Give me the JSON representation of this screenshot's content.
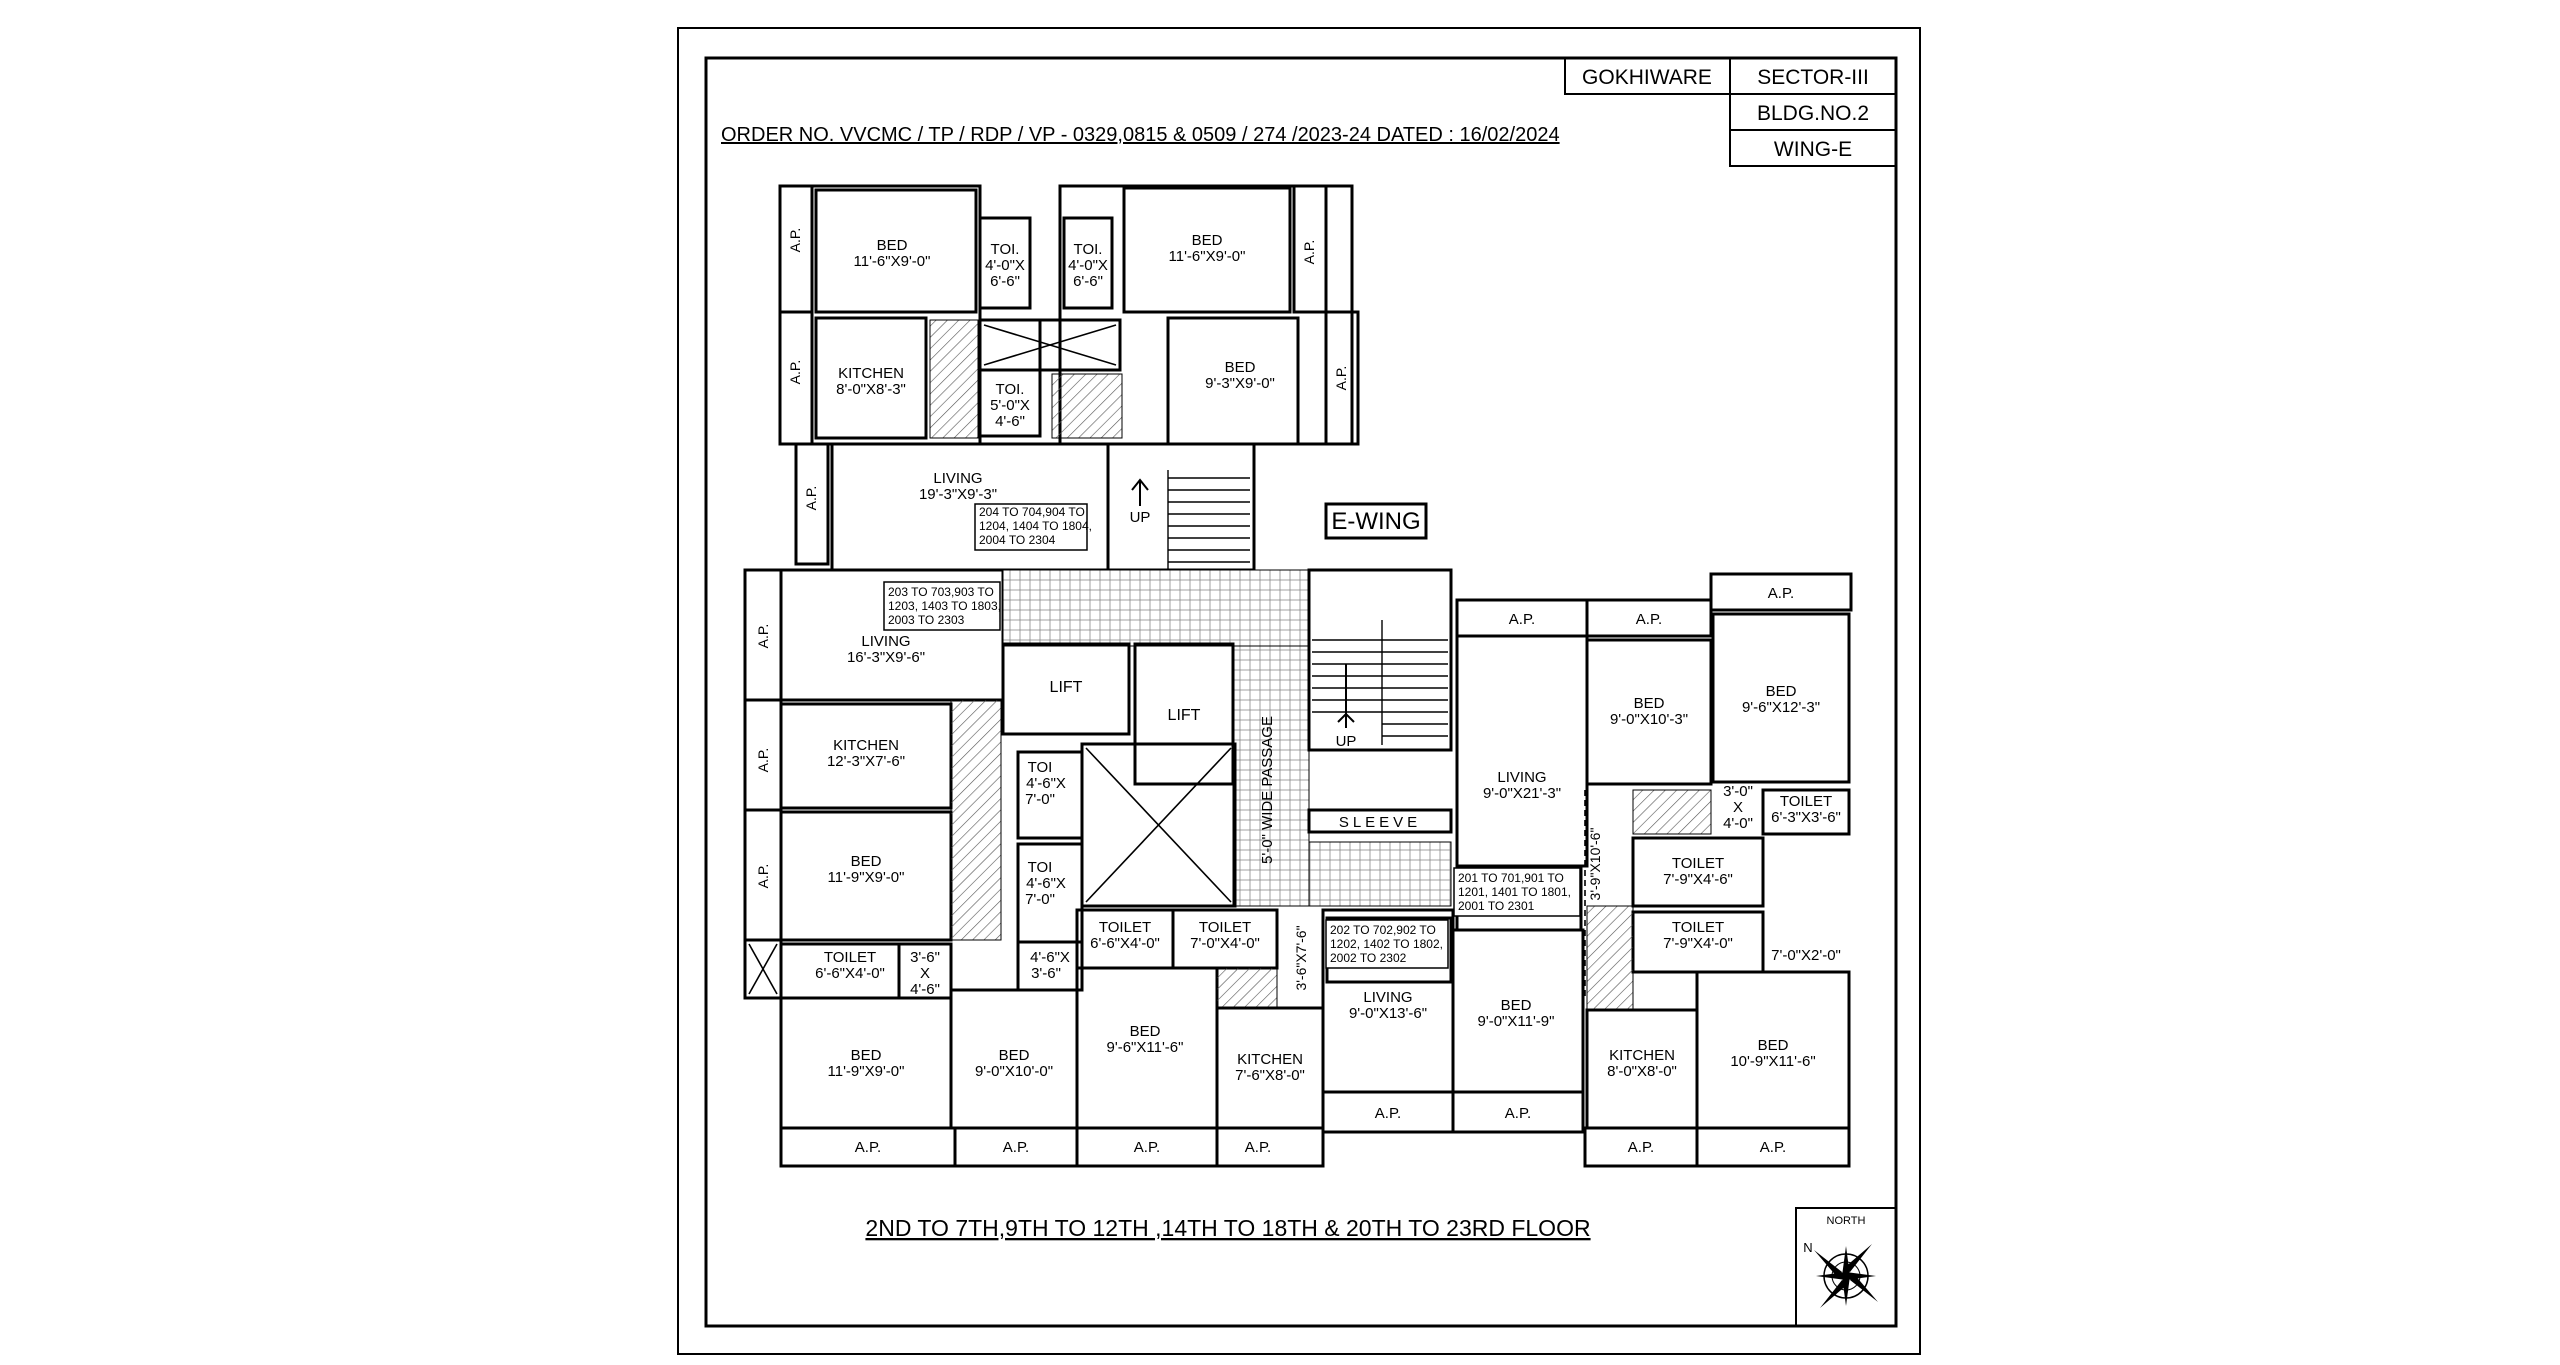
{
  "title_block": {
    "gokhiware": "GOKHIWARE",
    "sector": "SECTOR-III",
    "bldg": "BLDG.NO.2",
    "wing": "WING-E"
  },
  "order_no": "ORDER NO. VVCMC / TP / RDP / VP - 0329,0815 & 0509 / 274 /2023-24  DATED : 16/02/2024",
  "wing_label": "E-WING",
  "floor_caption": "2ND TO 7TH,9TH TO 12TH ,14TH TO 18TH & 20TH TO 23RD FLOOR",
  "north": {
    "label": "NORTH",
    "n": "N"
  },
  "rooms": {
    "r1": {
      "name": "BED",
      "size": "11'-6\"X9'-0\""
    },
    "r2": {
      "name": "TOI.",
      "size1": "4'-0\"X",
      "size2": "6'-6\""
    },
    "r3": {
      "name": "TOI.",
      "size1": "4'-0\"X",
      "size2": "6'-6\""
    },
    "r4": {
      "name": "BED",
      "size": "11'-6\"X9'-0\""
    },
    "r5": {
      "name": "KITCHEN",
      "size": "8'-0\"X8'-3\""
    },
    "r6": {
      "name": "TOI.",
      "size1": "5'-0\"X",
      "size2": "4'-6\""
    },
    "r7": {
      "name": "BED",
      "size": "9'-3\"X9'-0\""
    },
    "r8": {
      "name": "LIVING",
      "size": "19'-3\"X9'-3\""
    },
    "r9": {
      "name": "LIVING",
      "size": "16'-3\"X9'-6\""
    },
    "r10": {
      "name": "KITCHEN",
      "size": "12'-3\"X7'-6\""
    },
    "r11": {
      "name": "BED",
      "size": "11'-9\"X9'-0\""
    },
    "r12": {
      "name": "TOILET",
      "size": "6'-6\"X4'-0\""
    },
    "r13": {
      "name": "BED",
      "size": "11'-9\"X9'-0\""
    },
    "r14": {
      "name": "BED",
      "size": "9'-0\"X10'-0\""
    },
    "r15": {
      "name": "TOI",
      "size1": "4'-6\"X",
      "size2": "7'-0\""
    },
    "r16": {
      "name": "TOI",
      "size1": "4'-6\"X",
      "size2": "7'-0\""
    },
    "r17": {
      "name": "TOILET",
      "size": "6'-6\"X4'-0\""
    },
    "r18": {
      "name": "TOILET",
      "size": "7'-0\"X4'-0\""
    },
    "r19": {
      "name": "BED",
      "size": "9'-6\"X11'-6\""
    },
    "r20": {
      "name": "KITCHEN",
      "size": "7'-6\"X8'-0\""
    },
    "r21": {
      "name": "LIVING",
      "size": "9'-0\"X13'-6\""
    },
    "r22": {
      "name": "BED",
      "size": "9'-0\"X11'-9\""
    },
    "r23": {
      "name": "LIVING",
      "size": "9'-0\"X21'-3\""
    },
    "r24": {
      "name": "BED",
      "size": "9'-0\"X10'-3\""
    },
    "r25": {
      "name": "BED",
      "size": "9'-6\"X12'-3\""
    },
    "r26": {
      "name": "TOILET",
      "size": "6'-3\"X3'-6\""
    },
    "r27": {
      "name": "TOILET",
      "size": "7'-9\"X4'-6\""
    },
    "r28": {
      "name": "TOILET",
      "size": "7'-9\"X4'-0\""
    },
    "r29": {
      "name": "KITCHEN",
      "size": "8'-0\"X8'-0\""
    },
    "r30": {
      "name": "BED",
      "size": "10'-9\"X11'-6\""
    }
  },
  "small_dims": {
    "d1": [
      "3'-6\"",
      "X",
      "4'-6\""
    ],
    "d2": [
      "4'-6\"X",
      "3'-6\""
    ],
    "d3": [
      "3'-0\"",
      "X",
      "4'-0\""
    ],
    "d4": "7'-0\"X2'-0\"",
    "d5": "3'-6\"X7'-6\"",
    "d6": "3'-9\"X10'-6\""
  },
  "labels": {
    "ap": "A.P.",
    "lift": "LIFT",
    "up": "UP",
    "sleeve": "SLEEVE",
    "passage": "5'-0\" WIDE PASSAGE"
  },
  "flat_notes": {
    "n204": [
      "204 TO 704,904 TO",
      "1204, 1404 TO 1804,",
      "2004 TO 2304"
    ],
    "n203": [
      "203 TO 703,903 TO",
      "1203, 1403 TO 1803,",
      "2003 TO 2303"
    ],
    "n201": [
      "201 TO 701,901 TO",
      "1201, 1401 TO 1801,",
      "2001 TO 2301"
    ],
    "n202": [
      "202 TO 702,902 TO",
      "1202, 1402 TO 1802,",
      "2002 TO 2302"
    ]
  }
}
